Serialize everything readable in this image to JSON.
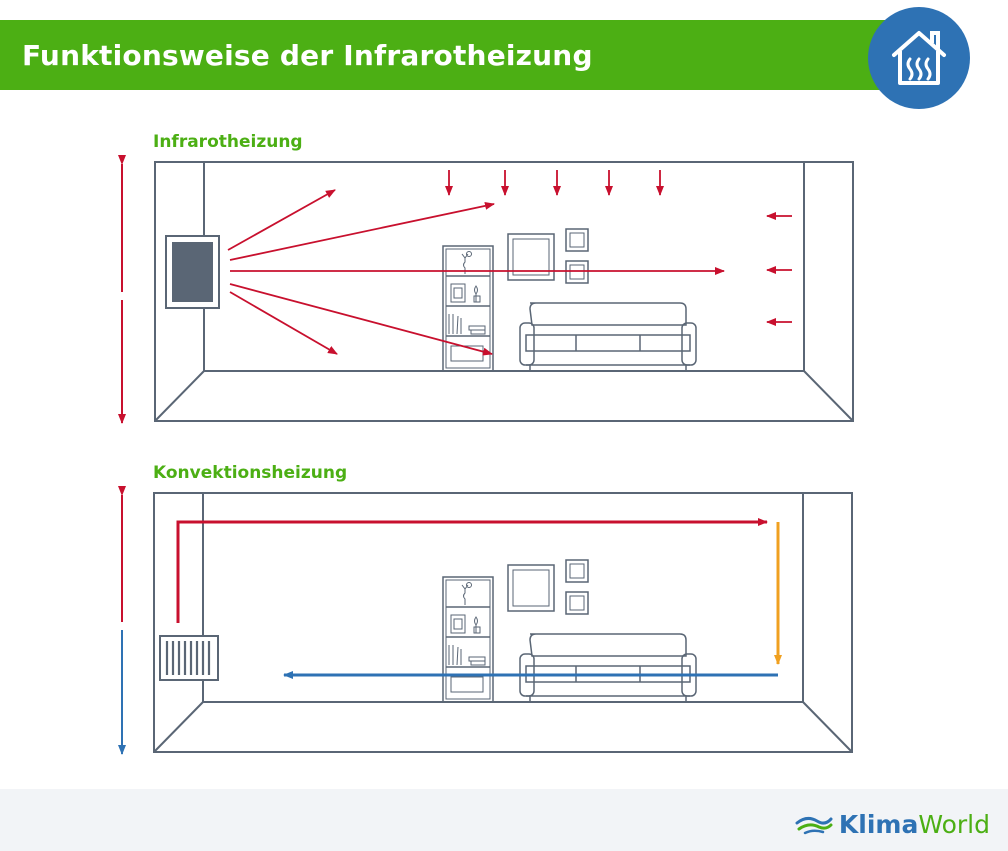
{
  "header": {
    "title": "Funktionsweise der Infrarotheizung",
    "badge_icon": "house-heat-icon"
  },
  "sections": {
    "infrared": {
      "label": "Infrarotheizung"
    },
    "convection": {
      "label": "Konvektionsheizung"
    }
  },
  "logo": {
    "main": "Klima",
    "sub": "World",
    "icon": "klimaworld-wave-icon"
  },
  "colors": {
    "header_green": "#4caf14",
    "badge_blue": "#2e72b4",
    "heat_red": "#c8102e",
    "cool_blue": "#2e72b4",
    "transition_orange": "#f0a020",
    "room_line": "#5a6675"
  }
}
